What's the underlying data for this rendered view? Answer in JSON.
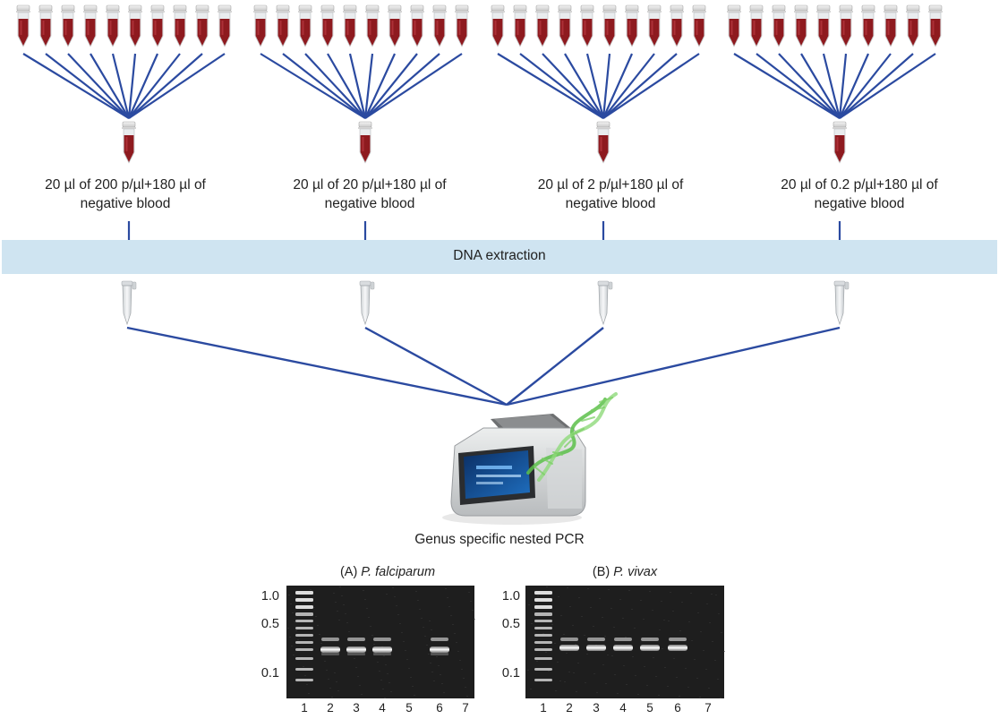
{
  "groups": [
    {
      "caption_line1": "20 µl of 200 p/µl+180 µl of",
      "caption_line2": "negative blood"
    },
    {
      "caption_line1": "20 µl of 20 p/µl+180 µl of",
      "caption_line2": "negative blood"
    },
    {
      "caption_line1": "20 µl of 2 p/µl+180 µl of",
      "caption_line2": "negative blood"
    },
    {
      "caption_line1": "20 µl of 0.2 p/µl+180 µl of",
      "caption_line2": "negative blood"
    }
  ],
  "tubes_per_group": 10,
  "extraction_label": "DNA extraction",
  "pcr_label": "Genus specific nested PCR",
  "gels": [
    {
      "prefix": "(A) ",
      "species": "P. falciparum",
      "size_markers": [
        "1.0",
        "0.5",
        "0.1"
      ],
      "lanes": [
        "1",
        "2",
        "3",
        "4",
        "5",
        "6",
        "7"
      ],
      "bands_present": [
        true,
        true,
        true,
        true,
        false,
        true,
        false
      ]
    },
    {
      "prefix": "(B) ",
      "species": "P. vivax",
      "size_markers": [
        "1.0",
        "0.5",
        "0.1"
      ],
      "lanes": [
        "1",
        "2",
        "3",
        "4",
        "5",
        "6",
        "7"
      ],
      "bands_present": [
        true,
        true,
        true,
        true,
        true,
        true,
        false
      ]
    }
  ],
  "colors": {
    "connector": "#2b4aa0",
    "blood": "#8e1a1f",
    "band": "#cfe4f1",
    "dna_helix": "#5cc04a",
    "gel_background": "#1e1e1e"
  }
}
